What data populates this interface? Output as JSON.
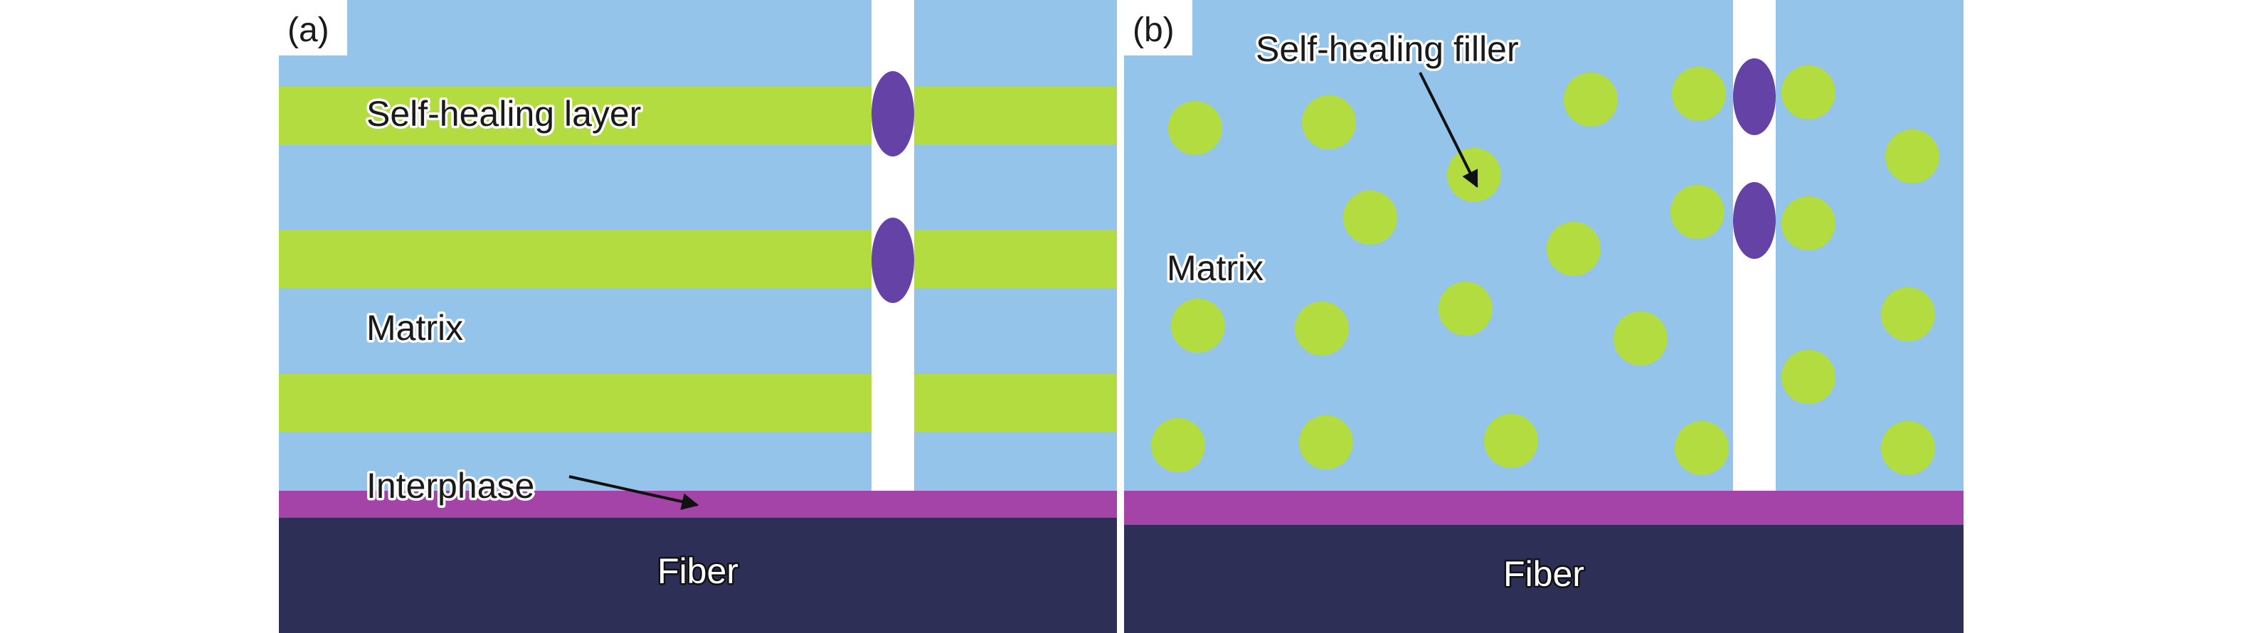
{
  "panel_a": {
    "tag": "(a)",
    "labels": {
      "layer": "Self-healing layer",
      "matrix": "Matrix",
      "interphase": "Interphase",
      "fiber": "Fiber"
    }
  },
  "panel_b": {
    "tag": "(b)",
    "labels": {
      "filler": "Self-healing filler",
      "matrix": "Matrix",
      "fiber": "Fiber"
    }
  },
  "colors": {
    "matrix": "#95c4ea",
    "healing": "#b2dc3f",
    "crack": "#ffffff",
    "healed_agent": "#6442a6",
    "interphase": "#a444a8",
    "fiber": "#2d2f57",
    "tag_bg": "#ffffff"
  }
}
